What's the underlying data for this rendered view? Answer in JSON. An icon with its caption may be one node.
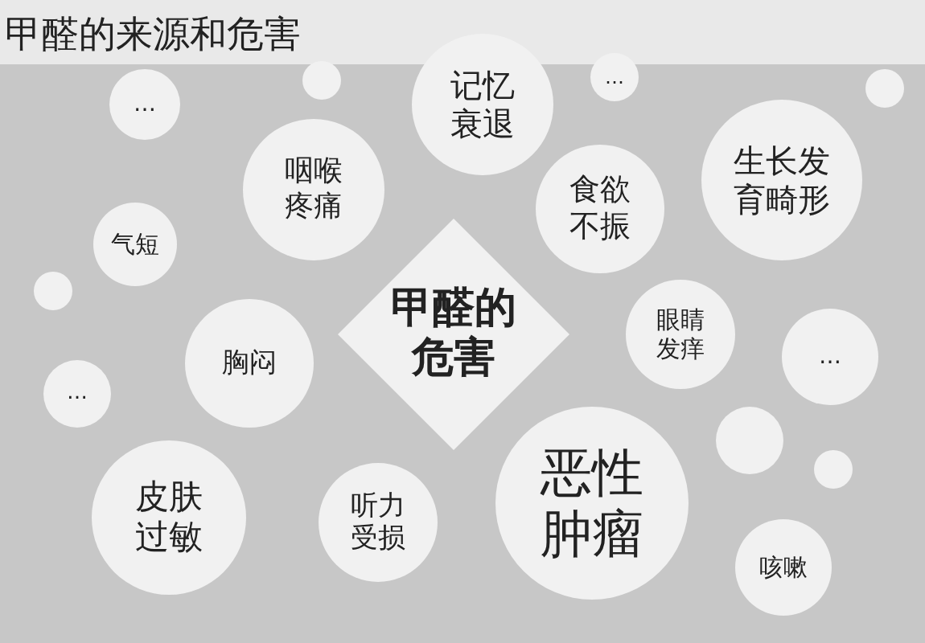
{
  "diagram": {
    "title": "甲醛的来源和危害",
    "nodes": [
      {
        "text": [
          "…"
        ]
      },
      {
        "text": [],
        "shape": "circle"
      },
      {
        "text": [
          "记忆衰退"
        ]
      },
      {
        "text": [
          "…"
        ]
      },
      {
        "text": [],
        "shape": "circle"
      },
      {
        "text": [
          "咽喉疼痛"
        ]
      },
      {
        "text": [
          "生长发育畸形"
        ]
      },
      {
        "text": [
          "食欲不振"
        ]
      },
      {
        "text": [
          "气短"
        ]
      },
      {
        "text": [],
        "shape": "circle"
      },
      {
        "text": [
          "甲醛的危害"
        ]
      },
      {
        "text": [
          "眼睛发痒"
        ]
      },
      {
        "text": [
          "胸闷"
        ]
      },
      {
        "text": [
          "…"
        ]
      },
      {
        "text": [
          "…"
        ]
      },
      {
        "text": [],
        "shape": "circle"
      },
      {
        "text": [],
        "shape": "circle"
      },
      {
        "text": [
          "皮肤过敏"
        ]
      },
      {
        "text": [
          "听力受损"
        ]
      },
      {
        "text": [
          "恶性肿瘤"
        ]
      },
      {
        "text": [
          "咳嗽"
        ]
      }
    ],
    "edges": []
  }
}
